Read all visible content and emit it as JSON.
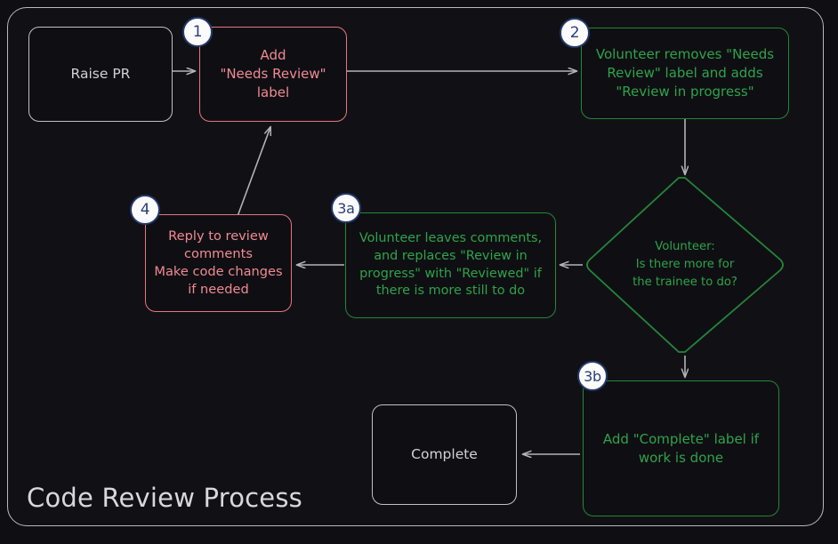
{
  "diagram": {
    "title": "Code Review Process",
    "colors": {
      "background": "#0e0e13",
      "panel": "#111115",
      "frame_border": "#b9b9bd",
      "gray_node": "#c2c2c6",
      "red_node": "#e8747f",
      "red_text": "#f08a93",
      "green_node": "#24863a",
      "green_text": "#2fa24a",
      "badge_fill": "#fbfbfd",
      "badge_border": "#23396b",
      "badge_text": "#2b3f74",
      "edge": "#b3b3b8",
      "title_text": "#d8d8dc"
    },
    "nodes": [
      {
        "id": "raise-pr",
        "label": "Raise PR",
        "style": "gray",
        "badge": null
      },
      {
        "id": "add-label",
        "label": "Add\n\"Needs Review\"\nlabel",
        "style": "red",
        "badge": "1"
      },
      {
        "id": "volunteer-takes",
        "label": "Volunteer removes \"Needs\nReview\" label and adds\n\"Review in progress\"",
        "style": "green",
        "badge": "2"
      },
      {
        "id": "decision-more-work",
        "label": "Volunteer:\nIs there more for\nthe trainee to do?",
        "style": "green-diamond",
        "badge": null
      },
      {
        "id": "volunteer-comments",
        "label": "Volunteer leaves comments,\nand replaces \"Review in\nprogress\" with \"Reviewed\" if\nthere is more still to do",
        "style": "green",
        "badge": "3a"
      },
      {
        "id": "reply-to-review",
        "label": "Reply to review\ncomments\nMake code changes\nif needed",
        "style": "red",
        "badge": "4"
      },
      {
        "id": "add-complete-label",
        "label": "Add \"Complete\" label if\nwork is done",
        "style": "green",
        "badge": "3b"
      },
      {
        "id": "complete",
        "label": "Complete",
        "style": "gray",
        "badge": null
      }
    ],
    "edges": [
      {
        "from": "raise-pr",
        "to": "add-label"
      },
      {
        "from": "add-label",
        "to": "volunteer-takes"
      },
      {
        "from": "volunteer-takes",
        "to": "decision-more-work"
      },
      {
        "from": "decision-more-work",
        "to": "volunteer-comments"
      },
      {
        "from": "volunteer-comments",
        "to": "reply-to-review"
      },
      {
        "from": "reply-to-review",
        "to": "add-label"
      },
      {
        "from": "decision-more-work",
        "to": "add-complete-label"
      },
      {
        "from": "add-complete-label",
        "to": "complete"
      }
    ]
  }
}
